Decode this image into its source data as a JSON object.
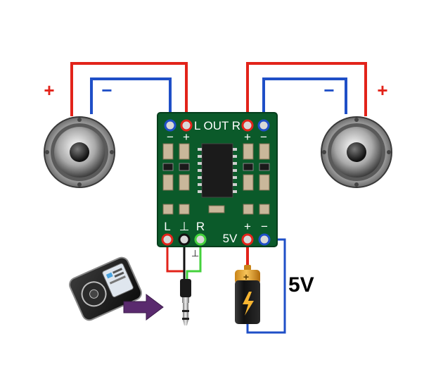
{
  "board": {
    "out_label": "L OUT R",
    "out_left_minus": "−",
    "out_left_plus": "+",
    "out_right_plus": "+",
    "out_right_minus": "−",
    "in_l": "L",
    "in_gnd": "⊥",
    "in_r": "R",
    "power_label": "5V",
    "power_plus": "+",
    "power_minus": "−"
  },
  "left_speaker": {
    "plus": "+",
    "minus": "−"
  },
  "right_speaker": {
    "plus": "+",
    "minus": "−"
  },
  "jack_ground_mark": "⊥",
  "battery": {
    "plus": "+"
  },
  "voltage_label": "5V",
  "colors": {
    "positive_wire": "#e2231a",
    "negative_wire": "#1f4fc7",
    "right_channel_wire": "#44d13c",
    "ground_wire": "#111111",
    "pcb": "#0b5a2a",
    "arrow": "#5a2a6e"
  },
  "icons": [
    "speaker-icon",
    "mp3-player-icon",
    "audio-jack-icon",
    "battery-icon",
    "arrow-icon"
  ]
}
